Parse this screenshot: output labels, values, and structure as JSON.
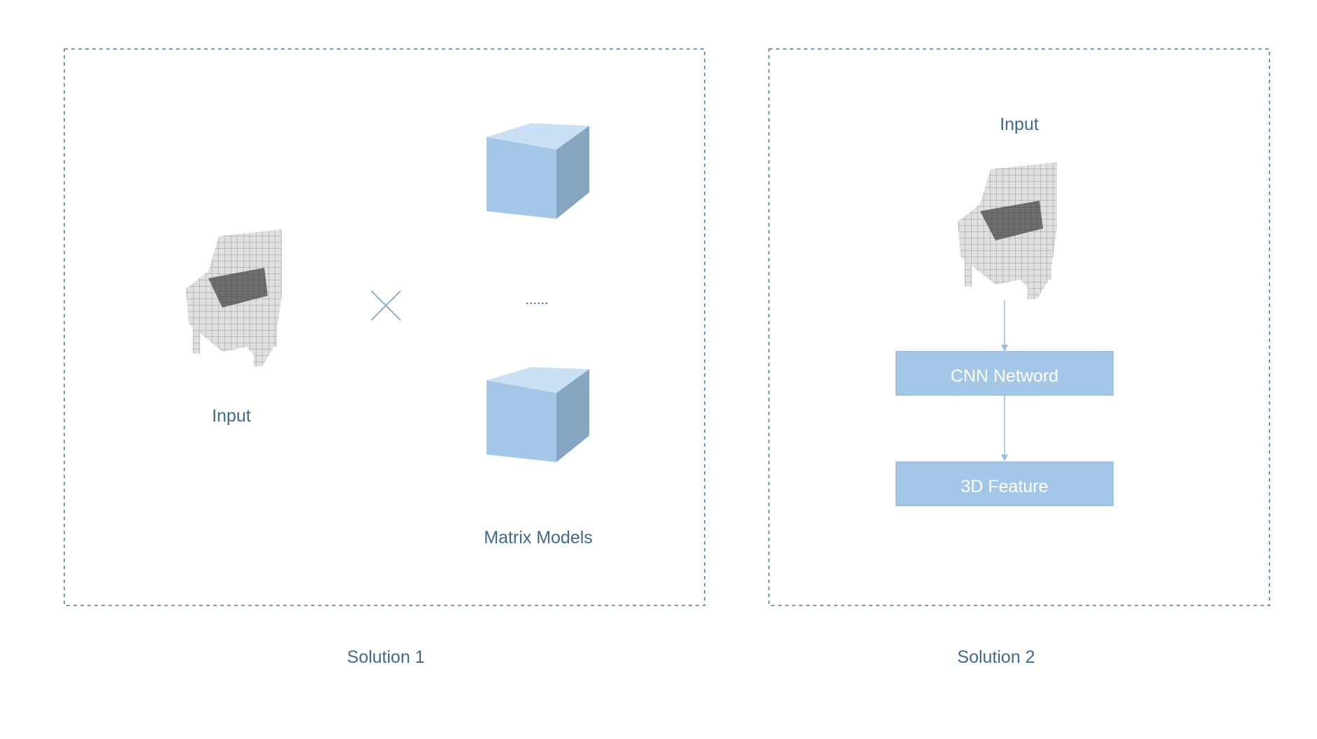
{
  "colors": {
    "text": "#3f6a8e",
    "dash_border": "#7a9bb9",
    "box_fill": "#a4c7e8",
    "box_text": "#ffffff",
    "cube_front": "#a4c7e8",
    "cube_top": "#c9e0f5",
    "cube_side": "#86a5c0",
    "arrow": "#9cc0e2",
    "multiply": "#8fb3d3",
    "voxel_face": "#e0e0e0",
    "voxel_line": "#9a9a9a",
    "voxel_dark": "#6e6e6e"
  },
  "solution1": {
    "input_label": "Input",
    "multiply_icon": "multiply-icon",
    "ellipsis": "......",
    "models_label": "Matrix Models",
    "caption": "Solution 1"
  },
  "solution2": {
    "input_label": "Input",
    "cnn_box": "CNN Netword",
    "feature_box": "3D Feature",
    "caption": "Solution 2"
  }
}
